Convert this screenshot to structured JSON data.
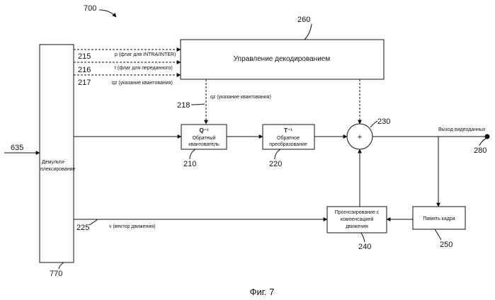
{
  "refs": {
    "r700": "700",
    "r260": "260",
    "r215": "215",
    "r216": "216",
    "r217": "217",
    "r218": "218",
    "r635": "635",
    "r230": "230",
    "r210": "210",
    "r220": "220",
    "r280": "280",
    "r225": "225",
    "r240": "240",
    "r250": "250",
    "r770": "770"
  },
  "blocks": {
    "decoding_control": "Управление декодированием",
    "demux_line1": "Демульти-",
    "demux_line2": "плексирование",
    "inv_quant_symbol": "Q⁻¹",
    "inv_quant_line1": "Обратный",
    "inv_quant_line2": "квантователь",
    "inv_transform_symbol": "T⁻¹",
    "inv_transform_line1": "Обратное",
    "inv_transform_line2": "преобразование",
    "adder_symbol": "+",
    "mc_line1": "Прогнозирование с",
    "mc_line2": "компенсацией",
    "mc_line3": "движения",
    "frame_memory": "Память кадра"
  },
  "signals": {
    "p_flag": "p (флаг для INTRA/INTER)",
    "t_flag": "t (флаг для переданного)",
    "qz_1": "qz (указание квантования)",
    "qz_2": "qz (указание квантования)",
    "video_out": "Выход видеоданных",
    "motion_vector": "v (вектор движения)"
  },
  "caption": "Фиг. 7"
}
